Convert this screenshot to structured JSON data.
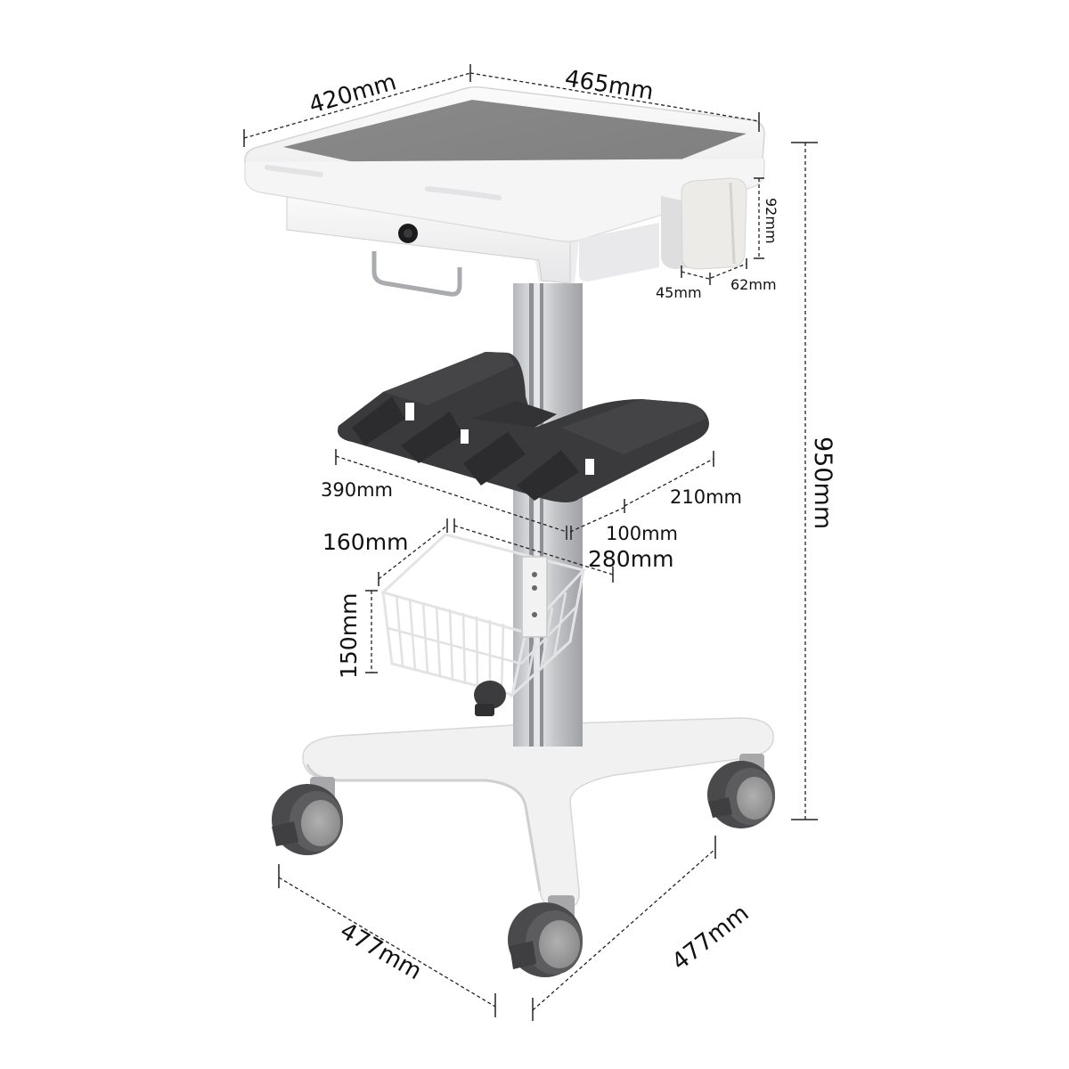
{
  "diagram": {
    "subject": "Mobile medical cart with drawer, accessory tray, wire basket and 4-caster base",
    "colors": {
      "background": "#ffffff",
      "body_white": "#f4f4f5",
      "top_mat": "#8c8c8c",
      "column_silver": "#c9cbcd",
      "tray_dark": "#3a3a3c",
      "caster_dark": "#4a4a4c",
      "caster_hub": "#9a9a9a",
      "dimension_ink": "#111111"
    },
    "dimensions": {
      "top_depth": "420mm",
      "top_width": "465mm",
      "overall_height": "950mm",
      "cup_height": "92mm",
      "cup_depth": "45mm",
      "cup_width": "62mm",
      "tray_width": "390mm",
      "tray_depth": "210mm",
      "tray_offset": "100mm",
      "basket_depth": "160mm",
      "basket_width": "280mm",
      "basket_height": "150mm",
      "base_left": "477mm",
      "base_right": "477mm"
    },
    "parts": [
      {
        "id": "worktop",
        "label": "Worktop with grey mat"
      },
      {
        "id": "drawer",
        "label": "Locking drawer"
      },
      {
        "id": "lock",
        "label": "Drawer lock"
      },
      {
        "id": "handle",
        "label": "Drawer handle"
      },
      {
        "id": "cup-holder",
        "label": "Side cup holder"
      },
      {
        "id": "column",
        "label": "Aluminium column"
      },
      {
        "id": "tray",
        "label": "Accessory tray"
      },
      {
        "id": "basket",
        "label": "Wire basket"
      },
      {
        "id": "base",
        "label": "Four-star base"
      },
      {
        "id": "casters",
        "label": "Locking casters"
      }
    ]
  }
}
